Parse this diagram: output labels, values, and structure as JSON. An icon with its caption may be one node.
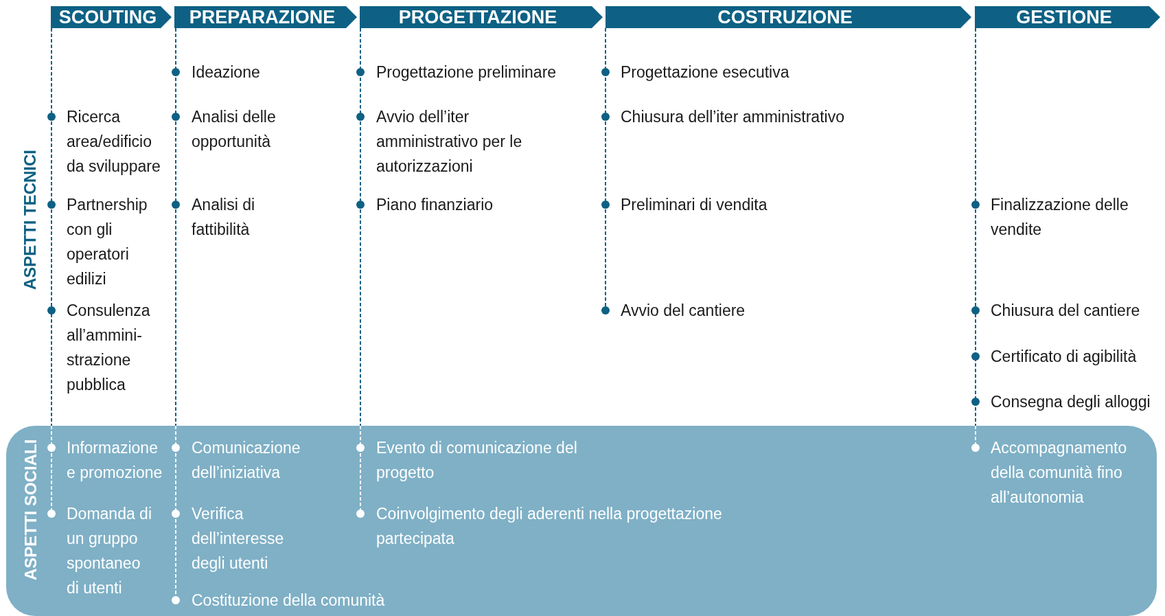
{
  "diagram": {
    "nodes": [
      {
        "text": [
          "SCOUTING"
        ]
      },
      {
        "text": [
          "PREPARAZIONE"
        ]
      },
      {
        "text": [
          "PROGETTAZIONE"
        ]
      },
      {
        "text": [
          "COSTRUZIONE"
        ]
      },
      {
        "text": [
          "GESTIONE"
        ]
      },
      {
        "text": [
          "ASPETTI SOCIALI"
        ]
      }
    ],
    "labels": [
      "ASPETTI TECNICI",
      "Ricerca area/edificio da sviluppare",
      "Partnership con gli operatori edilizi",
      "Consulenza all’ammini-strazione pubblica",
      "Informazione e promozione",
      "Domanda di un gruppo spontaneo di utenti",
      "Ideazione",
      "Analisi delle opportunità",
      "Analisi di fattibilità",
      "Comunicazione dell’iniziativa",
      "Verifica dell’interesse degli utenti",
      "Costituzione della comunità",
      "Progettazione preliminare",
      "Avvio dell’iter amministrativo per le autorizzazioni",
      "Piano finanziario",
      "Evento di comunicazione del progetto",
      "Coinvolgimento degli aderenti nella progettazione partecipata",
      "Progettazione esecutiva",
      "Chiusura dell’iter amministrativo",
      "Preliminari di vendita",
      "Avvio del cantiere",
      "Finalizzazione delle vendite",
      "Chiusura del cantiere",
      "Certificato di agibilità",
      "Consegna degli alloggi",
      "Accompagnamento della comunità fino all’autonomia"
    ]
  }
}
